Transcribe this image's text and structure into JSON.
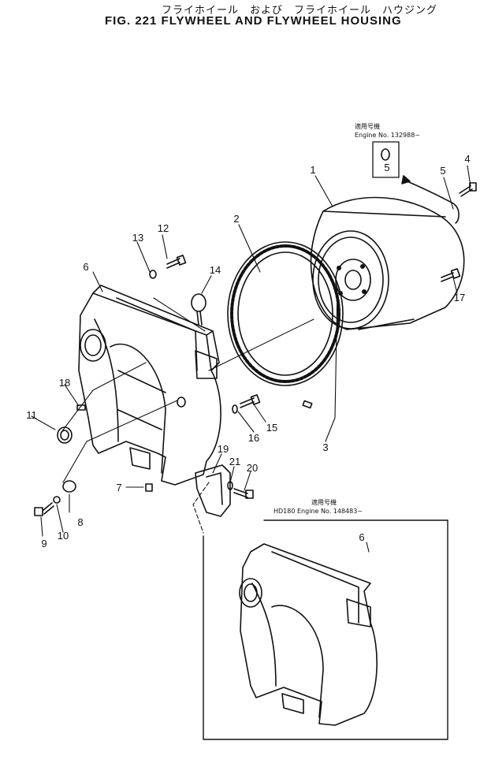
{
  "figure": {
    "jp_title": "フライホイール　および　フライホイール　ハウジング",
    "title": "FIG. 221  FLYWHEEL  AND  FLYWHEEL  HOUSING"
  },
  "notes": {
    "note1_jp": "適用号機",
    "note1_en": "Engine  No.  132988~",
    "note2_jp": "適用号機",
    "note2_en": "HD180  Engine  No.  148483~"
  },
  "callouts": [
    "1",
    "2",
    "3",
    "4",
    "5",
    "5",
    "6",
    "6",
    "7",
    "8",
    "9",
    "10",
    "11",
    "12",
    "13",
    "14",
    "15",
    "16",
    "17",
    "18",
    "19",
    "20",
    "21"
  ]
}
